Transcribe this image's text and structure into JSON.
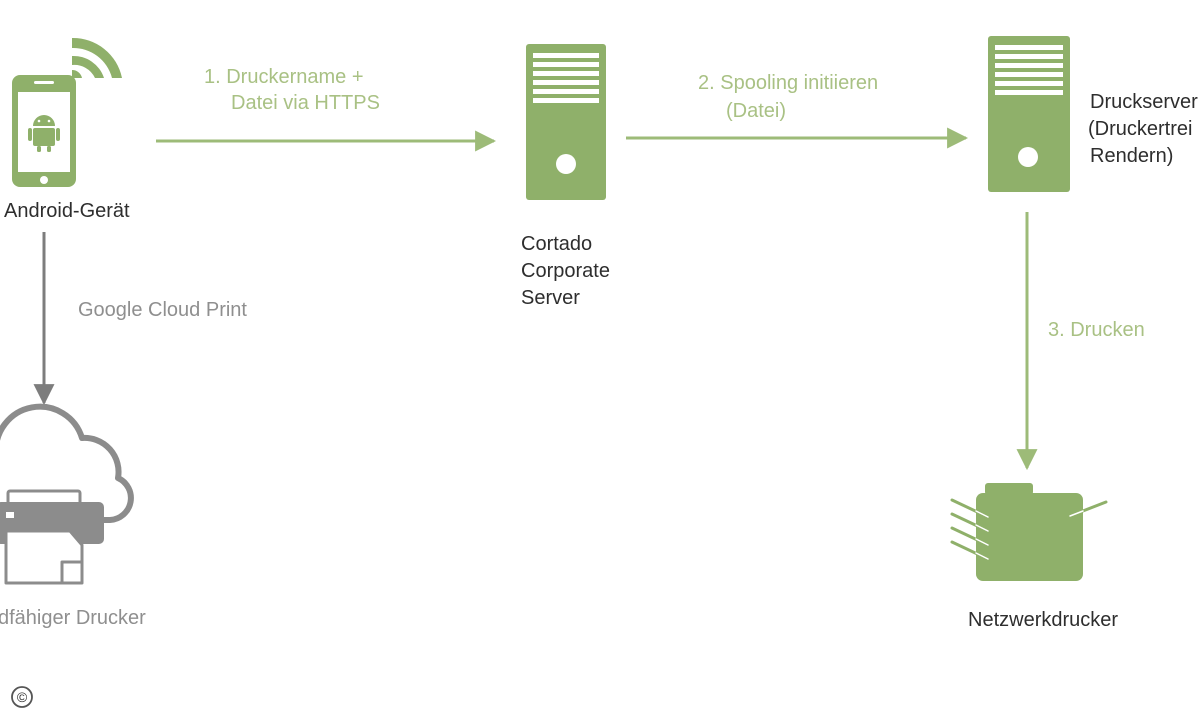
{
  "colors": {
    "accent_green": "#8fb06a",
    "label_green": "#a9c184",
    "arrow_green": "#9dbb78",
    "arrow_gray": "#7d7d7d",
    "icon_gray": "#8c8c8c",
    "text_dark": "#2e2e2e",
    "text_gray": "#8f8f8f"
  },
  "nodes": {
    "android": {
      "label": "Android-Gerät",
      "icons": [
        "smartphone-icon",
        "android-robot-icon",
        "wifi-signal-icon"
      ]
    },
    "cortado": {
      "label_lines": [
        "Cortado",
        "Corporate",
        "Server"
      ],
      "icons": [
        "server-tower-icon"
      ]
    },
    "druckserver": {
      "label_lines": [
        "Druckserver",
        "(Druckertrei",
        "Rendern)"
      ],
      "icons": [
        "server-tower-icon"
      ]
    },
    "cloud_printer": {
      "label": "dfähiger Drucker",
      "icons": [
        "cloud-icon",
        "printer-icon"
      ]
    },
    "network_printer": {
      "label": "Netzwerkdrucker",
      "icons": [
        "network-printer-icon"
      ]
    }
  },
  "edges": {
    "step1": {
      "lines": [
        "1. Druckername +",
        "Datei via HTTPS"
      ]
    },
    "step2": {
      "lines": [
        "2. Spooling initiieren",
        "(Datei)"
      ]
    },
    "step3": {
      "label": "3. Drucken"
    },
    "cloud": {
      "label": "Google Cloud Print"
    }
  },
  "copyright": "©"
}
